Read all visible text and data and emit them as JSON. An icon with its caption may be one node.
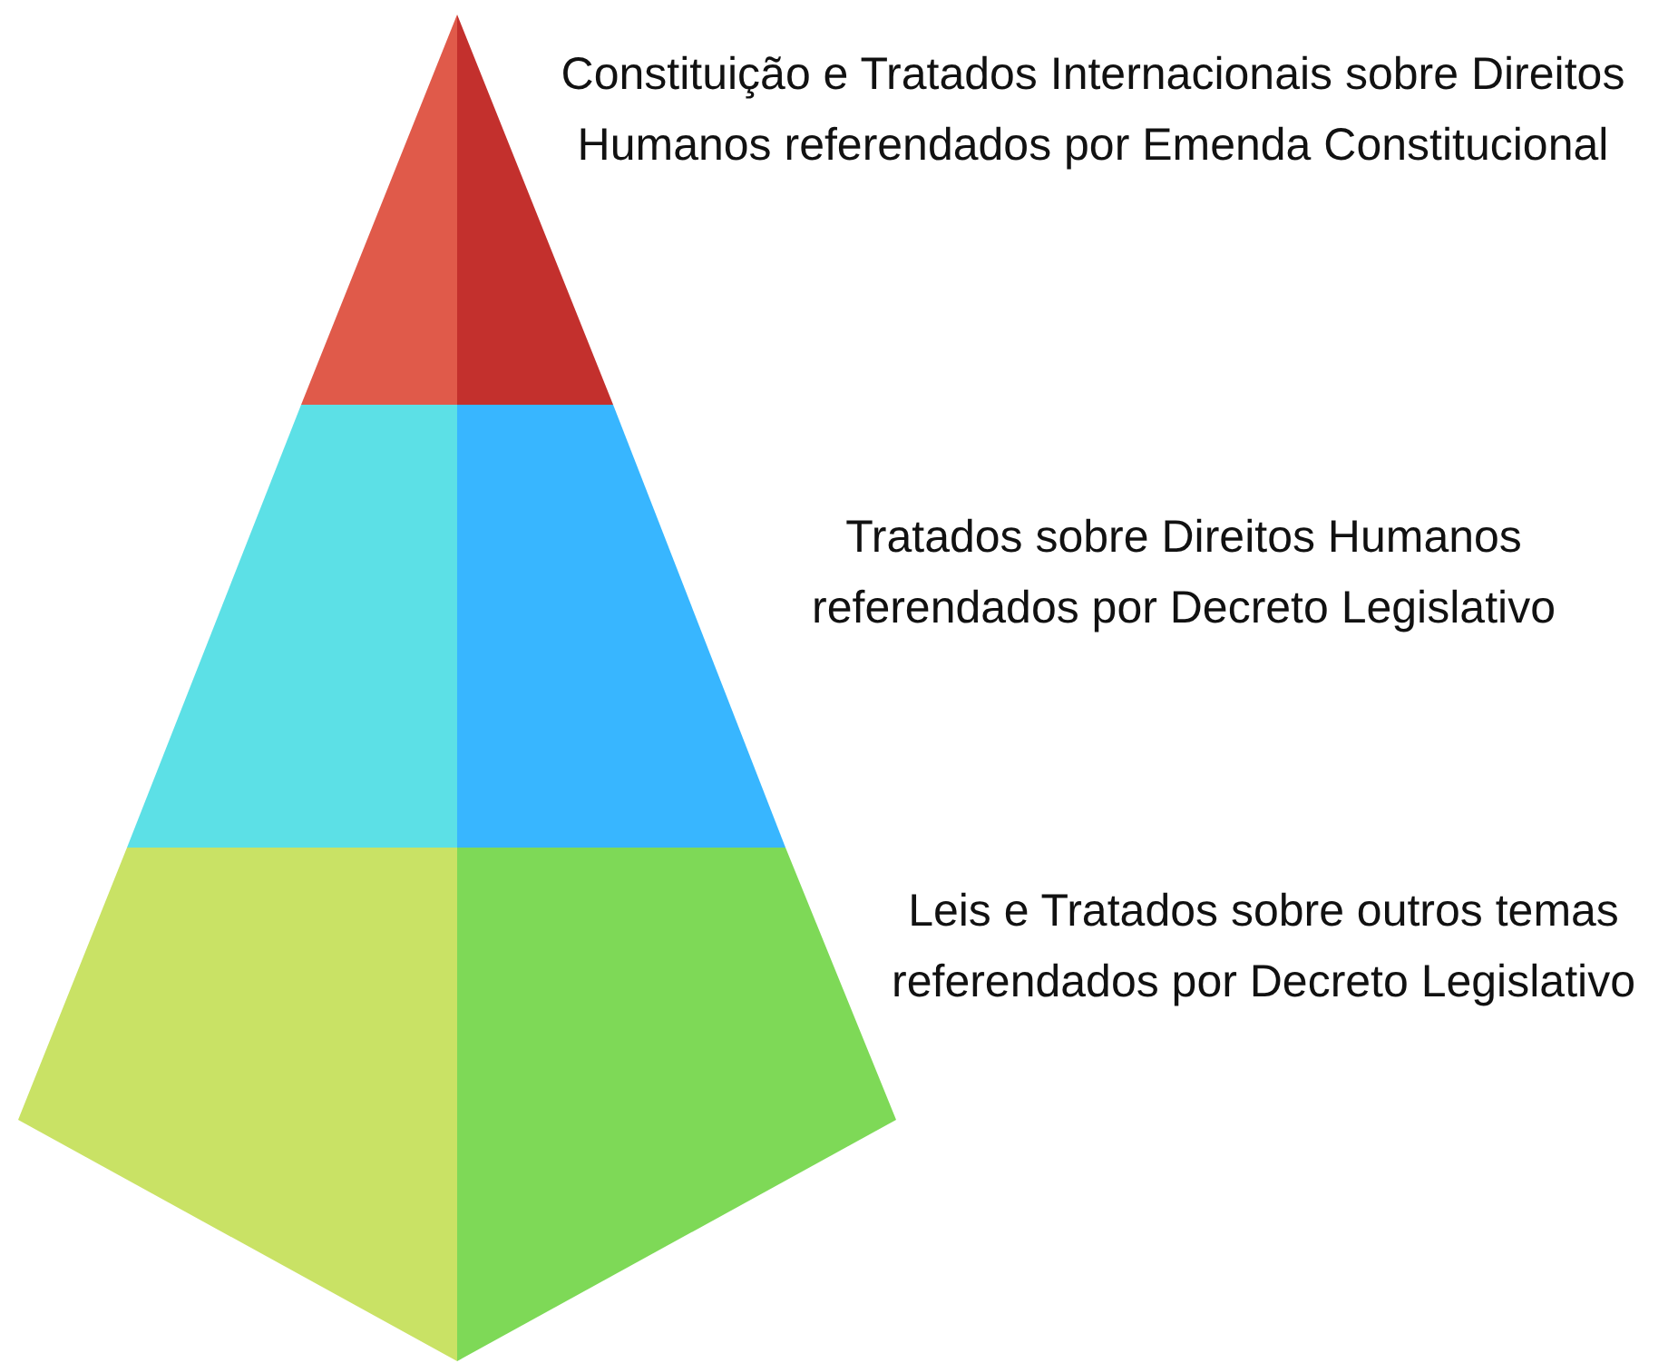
{
  "diagram": {
    "nodes": [
      {
        "text": [],
        "shape": "band",
        "beside": [
          "Constituição e Tratados Internacionais sobre Direitos Humanos referendados por Emenda Constitucional"
        ]
      },
      {
        "text": [],
        "shape": "band",
        "beside": [
          "Tratados sobre Direitos Humanos referendados por Decreto Legislativo"
        ]
      },
      {
        "text": [],
        "shape": "band",
        "beside": [
          "Leis e Tratados sobre outros temas referendados por Decreto Legislativo"
        ]
      }
    ]
  }
}
